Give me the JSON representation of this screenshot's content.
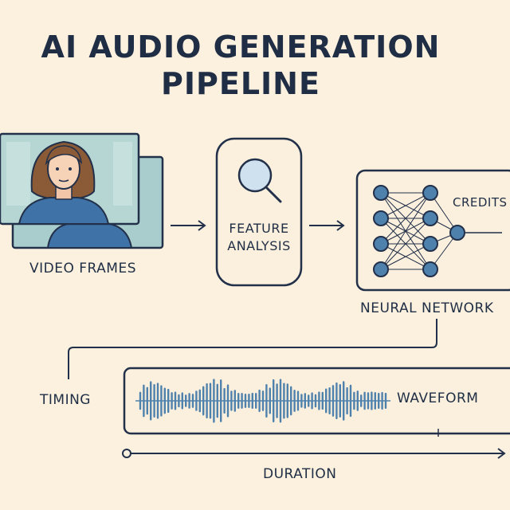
{
  "title": {
    "line1": "AI AUDIO GENERATION",
    "line2": "PIPELINE"
  },
  "nodes": {
    "video_frames": "VIDEO FRAMES",
    "feature_line1": "FEATURE",
    "feature_line2": "ANALYSIS",
    "neural_network": "NEURAL NETWORK",
    "credits": "CREDITS",
    "timing": "TIMING",
    "waveform": "WAVEFORM",
    "duration": "DURATION"
  },
  "icons": {
    "person": "person-icon",
    "magnifier": "magnifier-icon",
    "network": "neural-network-icon",
    "waveform": "audio-waveform-icon"
  },
  "colors": {
    "background": "#fbf1de",
    "ink": "#22304a",
    "accent_blue": "#4f81ad",
    "frame_teal": "#9dc4c4"
  }
}
